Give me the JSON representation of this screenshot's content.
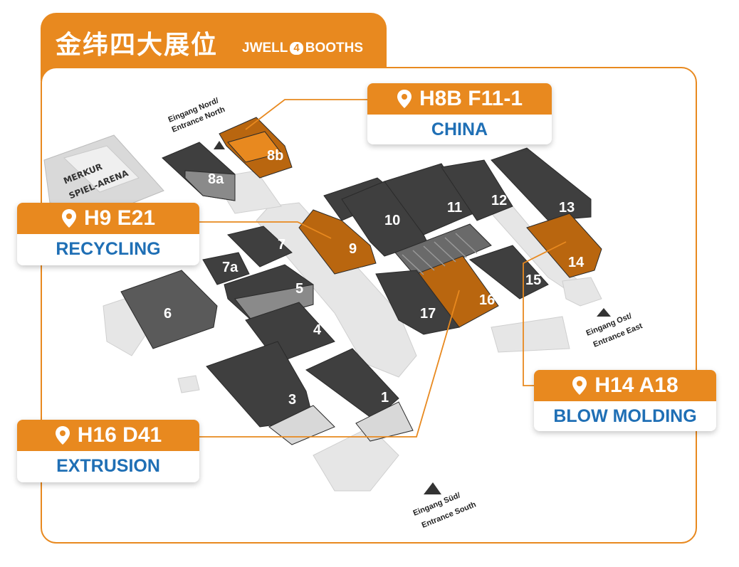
{
  "header": {
    "title": "金纬四大展位",
    "subtitle_pre": "JWELL",
    "subtitle_num": "4",
    "subtitle_post": "BOOTHS"
  },
  "colors": {
    "accent": "#e8891f",
    "booth_hall": "#b9660f",
    "hall": "#3f3f3f",
    "category_text": "#1f6fb5"
  },
  "callouts": [
    {
      "booth": "H8B F11-1",
      "category": "CHINA"
    },
    {
      "booth": "H9 E21",
      "category": "RECYCLING"
    },
    {
      "booth": "H16 D41",
      "category": "EXTRUSION"
    },
    {
      "booth": "H14 A18",
      "category": "BLOW MOLDING"
    }
  ],
  "halls": [
    "1",
    "3",
    "4",
    "5",
    "6",
    "7",
    "7a",
    "8a",
    "8b",
    "9",
    "10",
    "11",
    "12",
    "13",
    "14",
    "15",
    "16",
    "17"
  ],
  "arena": [
    "MERKUR",
    "SPIEL-ARENA"
  ],
  "entrances": {
    "north": [
      "Eingang Nord/",
      "Entrance North"
    ],
    "east": [
      "Eingang Ost/",
      "Entrance East"
    ],
    "south": [
      "Eingang Süd/",
      "Entrance South"
    ]
  }
}
